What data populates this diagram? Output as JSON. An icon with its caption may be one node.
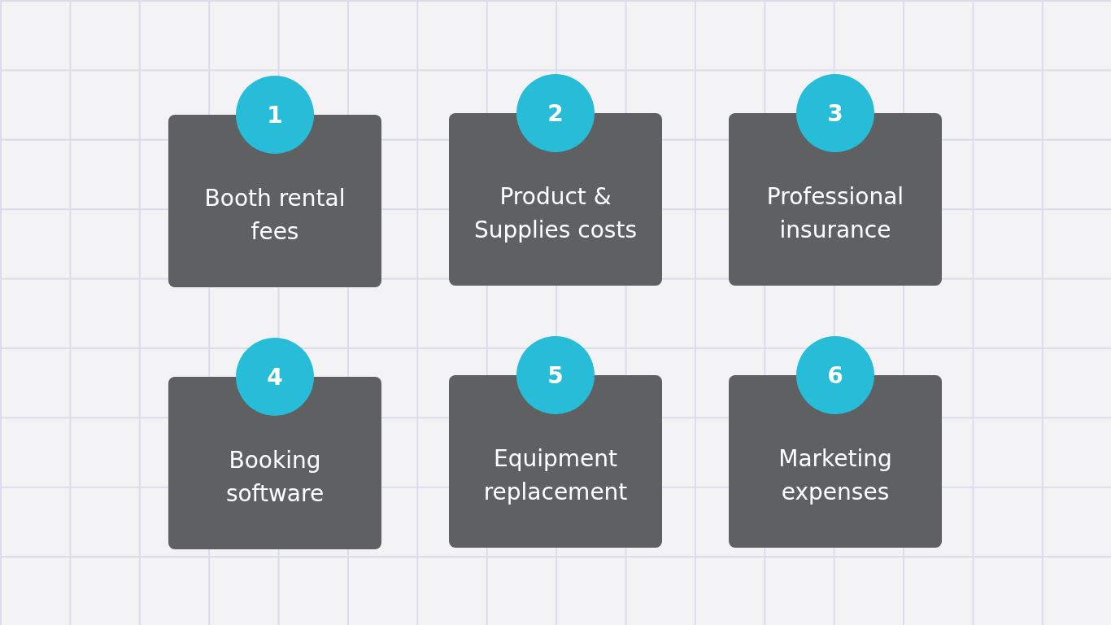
{
  "diagram": {
    "nodes": [
      {
        "text": [
          "1"
        ]
      },
      {
        "text": [
          "Booth rental fees"
        ]
      },
      {
        "text": [
          "2"
        ]
      },
      {
        "text": [
          "Product & Supplies costs"
        ]
      },
      {
        "text": [
          "3"
        ]
      },
      {
        "text": [
          "Professional insurance"
        ]
      },
      {
        "text": [
          "4"
        ]
      },
      {
        "text": [
          "Booking software"
        ]
      },
      {
        "text": [
          "5"
        ]
      },
      {
        "text": [
          "Equipment replacement"
        ]
      },
      {
        "text": [
          "6"
        ]
      },
      {
        "text": [
          "Marketing expenses"
        ]
      }
    ]
  }
}
